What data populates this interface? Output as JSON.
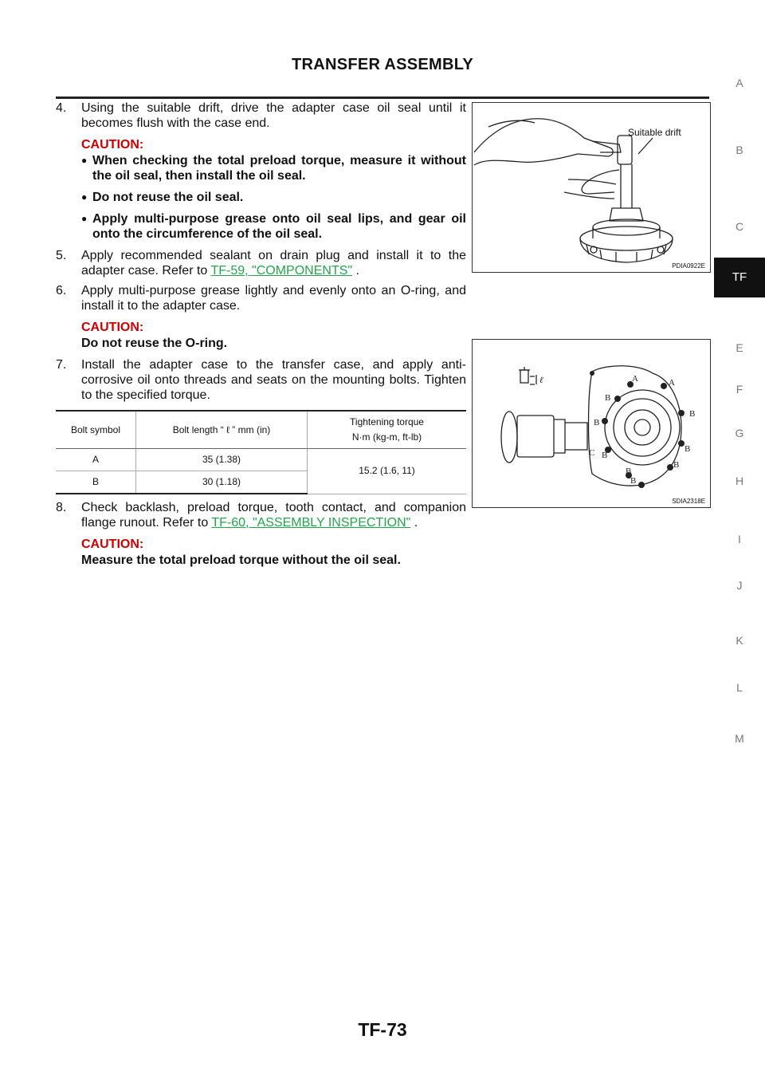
{
  "header": {
    "title": "TRANSFER ASSEMBLY"
  },
  "side_tabs": [
    "A",
    "B",
    "C",
    "TF",
    "E",
    "F",
    "G",
    "H",
    "I",
    "J",
    "K",
    "L",
    "M"
  ],
  "active_tab": "TF",
  "step4": {
    "num": "4.",
    "text": "Using the suitable drift, drive the adapter case oil seal until it becomes flush with the case end.",
    "caution_label": "CAUTION:",
    "bullets": [
      "When checking the total preload torque, measure it without the oil seal, then install the oil seal.",
      "Do not reuse the oil seal.",
      "Apply multi-purpose grease onto oil seal lips, and gear oil onto the circumference of the oil seal."
    ]
  },
  "step5": {
    "num": "5.",
    "text_before": "Apply recommended sealant on drain plug and install it to the adapter case. Refer to ",
    "link": "TF-59, \"COMPONENTS\"",
    "text_after": " ."
  },
  "step6": {
    "num": "6.",
    "text": "Apply multi-purpose grease lightly and evenly onto an O-ring, and install it to the adapter case.",
    "caution_label": "CAUTION:",
    "caution_text": "Do not reuse the O-ring."
  },
  "step7": {
    "num": "7.",
    "text": "Install the adapter case to the transfer case, and apply anti-corrosive oil onto threads and seats on the mounting bolts. Tighten to the specified torque."
  },
  "bolt_table": {
    "headers": [
      "Bolt symbol",
      "Bolt length “ ℓ ” mm (in)",
      "Tightening torque",
      "N·m (kg-m, ft-lb)"
    ],
    "rows": [
      {
        "symbol": "A",
        "length": "35 (1.38)"
      },
      {
        "symbol": "B",
        "length": "30 (1.18)"
      }
    ],
    "torque": "15.2 (1.6, 11)"
  },
  "step8": {
    "num": "8.",
    "text_before": "Check backlash, preload torque, tooth contact, and companion flange runout. Refer to ",
    "link": "TF-60, \"ASSEMBLY INSPECTION\"",
    "text_after": " .",
    "caution_label": "CAUTION:",
    "caution_text": "Measure the total preload torque without the oil seal."
  },
  "figure1": {
    "label": "Suitable drift",
    "id": "PDIA0922E"
  },
  "figure2": {
    "id": "SDIA2318E",
    "length_symbol": "ℓ",
    "bolt_letters": [
      "A",
      "A",
      "B",
      "B",
      "B",
      "B",
      "C",
      "B",
      "B",
      "B",
      "B"
    ]
  },
  "page_number": "TF-73"
}
